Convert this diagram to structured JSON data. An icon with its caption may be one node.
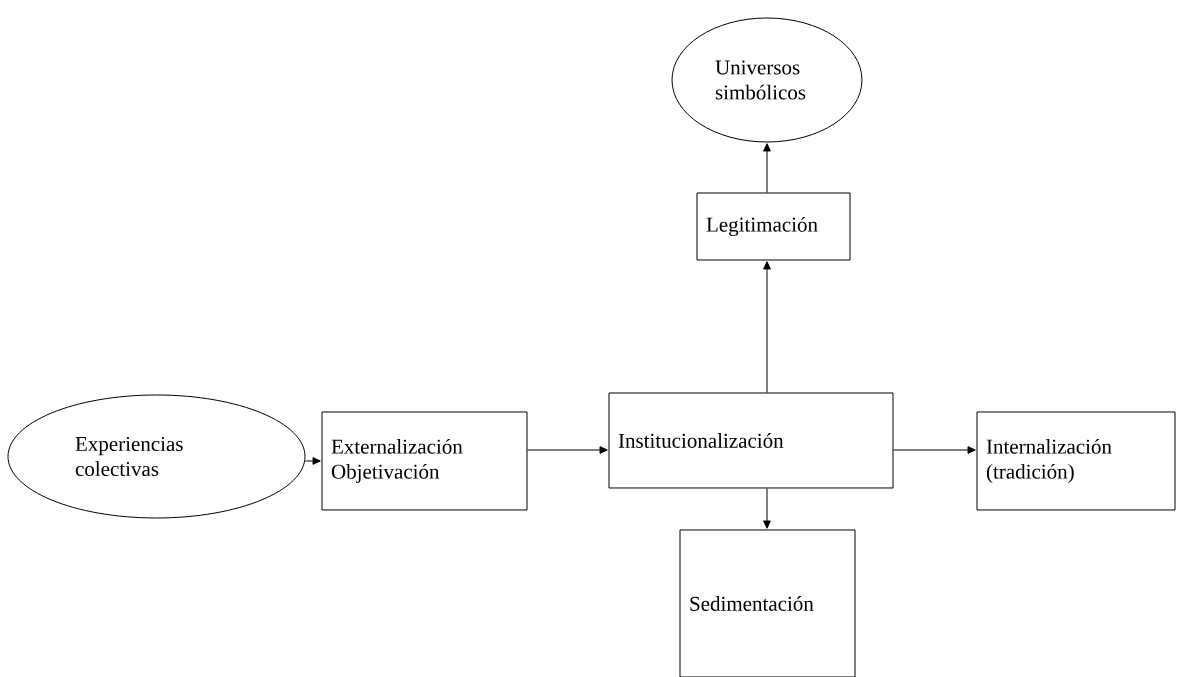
{
  "diagram": {
    "nodes": [
      {
        "text": [
          "Universos simbólicos"
        ]
      },
      {
        "text": [
          "Legitimación"
        ]
      },
      {
        "text": [
          "Experiencias colectivas"
        ]
      },
      {
        "text": [
          "Externalización Objetivación"
        ]
      },
      {
        "text": [
          "Institucionalización"
        ]
      },
      {
        "text": [
          "Internalización (tradición)"
        ]
      },
      {
        "text": [
          "Sedimentación"
        ]
      }
    ],
    "edges": [
      {
        "from": 2,
        "to": 3,
        "arrow": "to"
      },
      {
        "from": 3,
        "to": 4,
        "arrow": "to"
      },
      {
        "from": 4,
        "to": 5,
        "arrow": "to"
      },
      {
        "from": 4,
        "to": 1,
        "arrow": "to"
      },
      {
        "from": 1,
        "to": 0,
        "arrow": "to"
      },
      {
        "from": 4,
        "to": 6,
        "arrow": "to"
      }
    ]
  }
}
